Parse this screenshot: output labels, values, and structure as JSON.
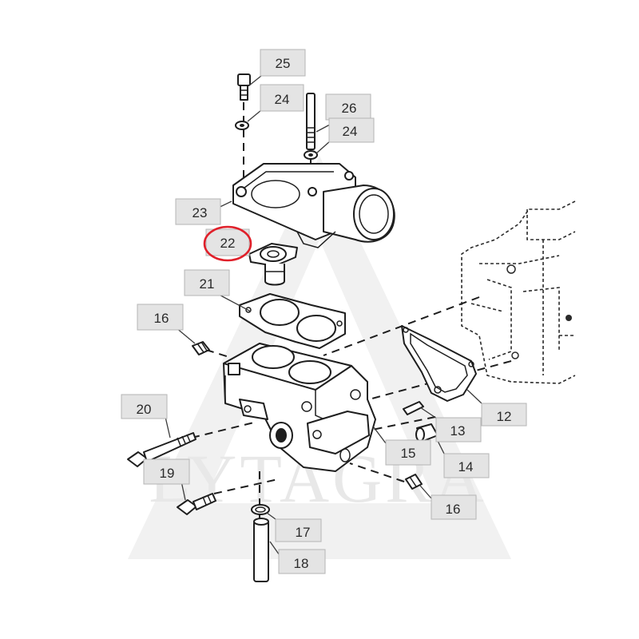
{
  "watermark": {
    "text": "LYTAGRA"
  },
  "highlight": {
    "color": "#e0202a",
    "target_label": "22"
  },
  "callouts": [
    {
      "id": "25",
      "label": "25"
    },
    {
      "id": "24a",
      "label": "24"
    },
    {
      "id": "26",
      "label": "26"
    },
    {
      "id": "24b",
      "label": "24"
    },
    {
      "id": "23",
      "label": "23"
    },
    {
      "id": "22",
      "label": "22"
    },
    {
      "id": "21",
      "label": "21"
    },
    {
      "id": "16a",
      "label": "16"
    },
    {
      "id": "12",
      "label": "12"
    },
    {
      "id": "13",
      "label": "13"
    },
    {
      "id": "20",
      "label": "20"
    },
    {
      "id": "15",
      "label": "15"
    },
    {
      "id": "14",
      "label": "14"
    },
    {
      "id": "19",
      "label": "19"
    },
    {
      "id": "16b",
      "label": "16"
    },
    {
      "id": "17",
      "label": "17"
    },
    {
      "id": "18",
      "label": "18"
    }
  ]
}
